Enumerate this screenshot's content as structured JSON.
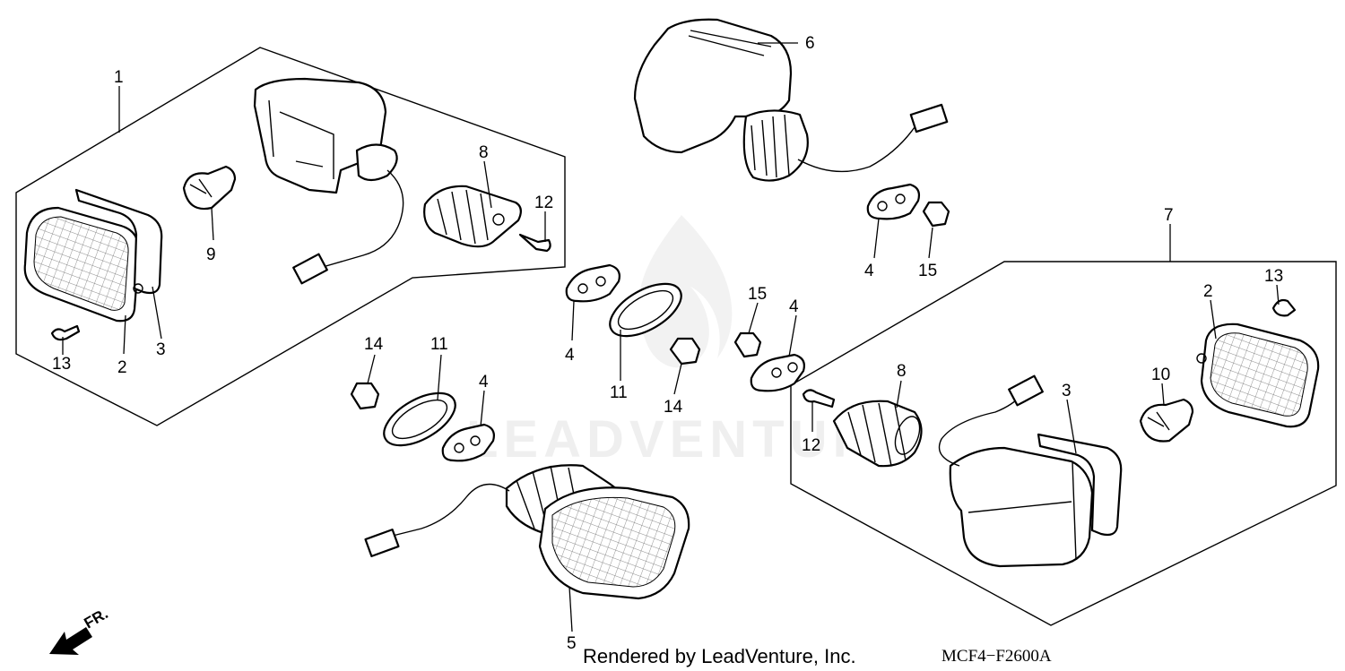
{
  "callouts": [
    "1",
    "2",
    "3",
    "4",
    "5",
    "6",
    "7",
    "8",
    "9",
    "10",
    "11",
    "12",
    "13",
    "14",
    "15"
  ],
  "footer": {
    "credit": "Rendered by LeadVenture, Inc.",
    "diagram_code": "MCF4−F2600A"
  },
  "direction_indicator": {
    "label": "FR.",
    "icon": "front-direction-arrow-icon"
  },
  "watermark": {
    "text": "LEADVENTURE",
    "icon": "flame-logo-icon"
  }
}
